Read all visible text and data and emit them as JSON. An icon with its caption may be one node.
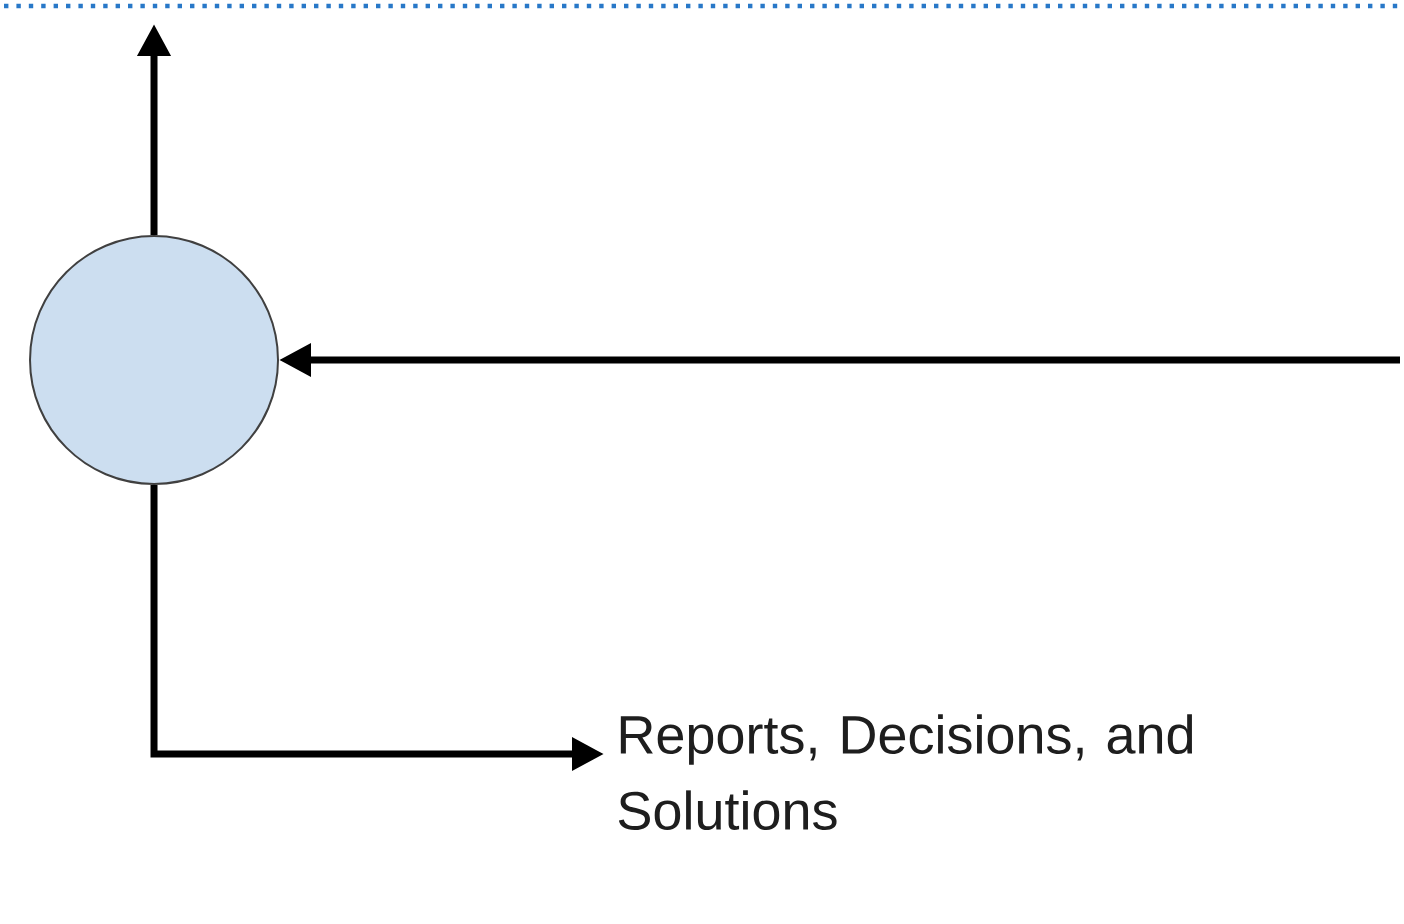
{
  "diagram": {
    "nodes": [
      {
        "text": [],
        "shape": "circle"
      },
      {
        "text": [
          "Reports, Decisions, and Solutions"
        ]
      }
    ],
    "edges": [
      {
        "from": 0,
        "to": null,
        "arrow": "to"
      },
      {
        "from": null,
        "to": 0,
        "arrow": "to"
      },
      {
        "from": 0,
        "to": 1,
        "arrow": "to"
      }
    ]
  }
}
